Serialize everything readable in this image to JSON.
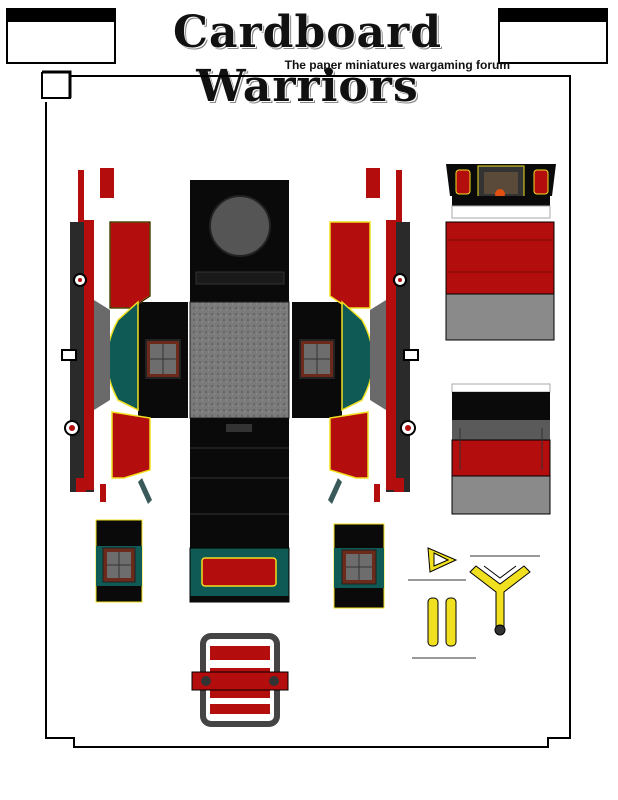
{
  "header": {
    "title": "Cardboard Warriors",
    "subtitle": "The paper miniatures wargaming forum"
  },
  "colors": {
    "red": "#b30d0d",
    "black": "#0a0a0a",
    "teal": "#0f5a55",
    "gray": "#7d7d7d",
    "yellow": "#f0e020",
    "outline": "#000000"
  },
  "parts": [
    {
      "name": "left-side-panel",
      "icon": "coach-side"
    },
    {
      "name": "right-side-panel",
      "icon": "coach-side"
    },
    {
      "name": "roof-and-floor-strip",
      "icon": "coach-body"
    },
    {
      "name": "front-panel",
      "icon": "coach-front"
    },
    {
      "name": "rear-panel",
      "icon": "coach-rear"
    },
    {
      "name": "door-left",
      "icon": "door"
    },
    {
      "name": "door-right",
      "icon": "door"
    },
    {
      "name": "wheel-axle",
      "icon": "axle"
    },
    {
      "name": "shafts",
      "icon": "shafts"
    }
  ]
}
